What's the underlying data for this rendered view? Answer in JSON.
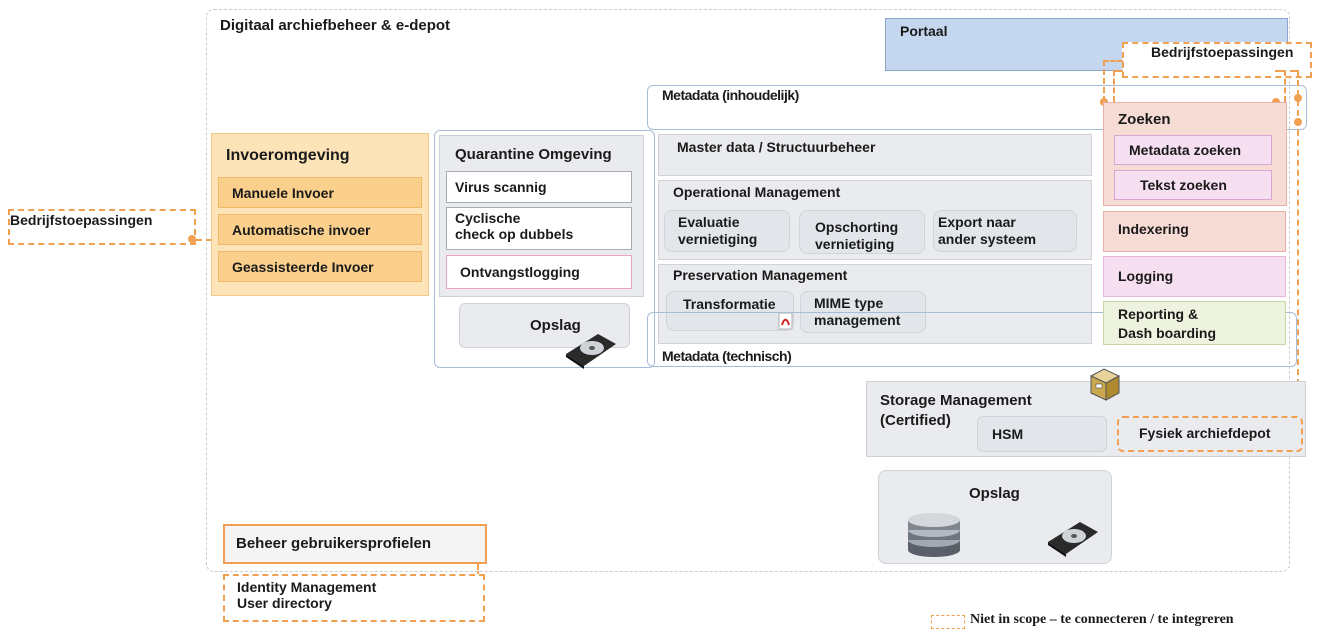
{
  "outer_title": "Digitaal archiefbeheer & e-depot",
  "portaal": "Portaal",
  "bedrijfstoepassingen_right": "Bedrijfstoepassingen",
  "bedrijfstoepassingen_left": "Bedrijfstoepassingen",
  "metadata_inhoudelijk": "Metadata (inhoudelijk)",
  "metadata_technisch": "Metadata (technisch)",
  "invoer": {
    "title": "Invoeromgeving",
    "items": [
      "Manuele Invoer",
      "Automatische invoer",
      "Geassisteerde Invoer"
    ]
  },
  "quarantine": {
    "title": "Quarantine Omgeving",
    "items": [
      "Virus scannig",
      "Cyclische\ncheck op dubbels",
      "Ontvangstlogging"
    ],
    "opslag": "Opslag"
  },
  "master_data": "Master data / Structuurbeheer",
  "operational": {
    "title": "Operational Management",
    "items": [
      "Evaluatie\nvernietiging",
      "Opschorting\nvernietiging",
      "Export naar\nander systeem"
    ]
  },
  "preservation": {
    "title": "Preservation Management",
    "items": [
      "Transformatie",
      "MIME type\nmanagement"
    ]
  },
  "zoeken": {
    "title": "Zoeken",
    "items": [
      "Metadata zoeken",
      "Tekst zoeken"
    ]
  },
  "indexering": "Indexering",
  "logging": "Logging",
  "reporting": "Reporting &\nDash boarding",
  "storage": {
    "title": "Storage Management\n(Certified)",
    "hsm": "HSM",
    "fysiek": "Fysiek archiefdepot"
  },
  "opslag_bottom": "Opslag",
  "beheer": "Beheer gebruikersprofielen",
  "identity": "Identity Management\nUser directory",
  "legend": "Niet in scope – te connecteren / te integreren",
  "colors": {
    "orange": "#f0a050",
    "invoer_bg": "#fde3b8",
    "invoer_item": "#fbd08c",
    "portaal_bg": "#c5d7ef",
    "zoeken_bg": "#f7dcd6",
    "pink_item": "#f6dff0",
    "green_bg": "#eef3df"
  }
}
